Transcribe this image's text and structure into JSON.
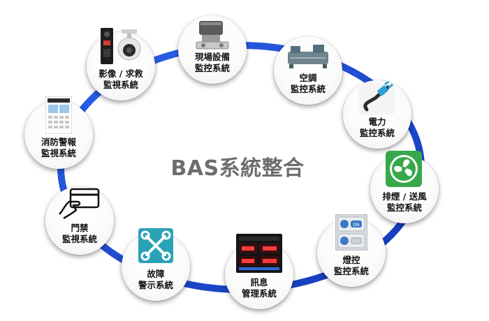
{
  "title": "BAS系統整合",
  "colors": {
    "ring": "#1e4fd6",
    "ring_dark": "#0f2f9a",
    "title": "#6d6d6d",
    "teal": "#2aa2b6"
  },
  "nodes": [
    {
      "id": "field",
      "line1": "現場設備",
      "line2": "監控系統",
      "icon": "valve-actuator-icon"
    },
    {
      "id": "hvac",
      "line1": "空調",
      "line2": "監控系統",
      "icon": "chiller-icon"
    },
    {
      "id": "power",
      "line1": "電力",
      "line2": "監控系統",
      "icon": "power-plug-icon"
    },
    {
      "id": "exhaust",
      "line1": "排煙 / 送風",
      "line2": "監控系統",
      "icon": "fan-icon"
    },
    {
      "id": "lighting",
      "line1": "燈控",
      "line2": "監控系統",
      "icon": "light-switch-icon"
    },
    {
      "id": "message",
      "line1": "訊息",
      "line2": "管理系統",
      "icon": "led-display-icon"
    },
    {
      "id": "fault",
      "line1": "故障",
      "line2": "警示系統",
      "icon": "wrench-icon"
    },
    {
      "id": "access",
      "line1": "門禁",
      "line2": "監視系統",
      "icon": "card-reader-icon"
    },
    {
      "id": "fire",
      "line1": "消防警報",
      "line2": "監視系統",
      "icon": "fire-panel-icon"
    },
    {
      "id": "cctv",
      "line1": "影像 / 求救",
      "line2": "監視系統",
      "icon": "camera-icon"
    }
  ]
}
